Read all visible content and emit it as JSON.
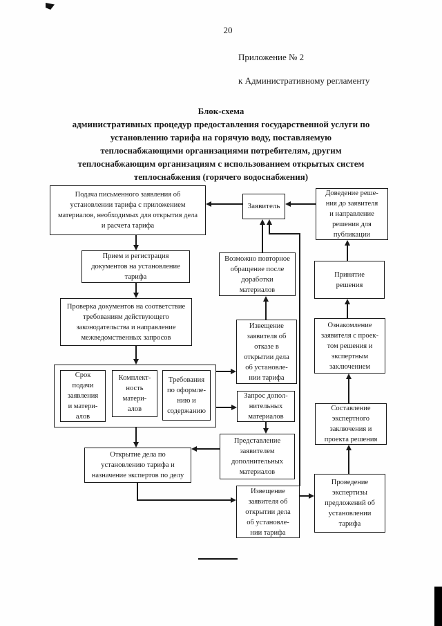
{
  "page": {
    "number": "20",
    "annex_line1": "Приложение № 2",
    "annex_line2": "к Административному регламенту",
    "title": "Блок-схема\nадминистративных процедур предоставления государственной услуги по\nустановлению тарифа на горячую воду, поставляемую\nтеплоснабжающими организациями потребителям, другим\nтеплоснабжающим организациям с использованием открытых систем\nтеплоснабжения (горячего водоснабжения)"
  },
  "boxes": {
    "submission": "Подача письменного заявления об\nустановлении тарифа с приложением\nматериалов, необходимых для открытия дела\nи расчета тарифа",
    "applicant": "Заявитель",
    "decision_delivery": "Доведение реше-\nния до заявителя\nи направление\nрешения для\nпубликации",
    "reception": "Прием и регистрация\nдокументов на установление\nтарифа",
    "verification": "Проверка документов на соответствие\nтребованиям действующего\nзаконодательства и направление\nмежведомственных запросов",
    "criteria_deadline": "Срок\nподачи\nзаявления\nи матери-\nалов",
    "criteria_completeness": "Комплект-\nность\nматери-\nалов",
    "criteria_requirements": "Требования\nпо оформле-\nнию и\nсодержанию",
    "case_opening": "Открытие дела по\nустановлению тарифа и\nназначение экспертов по делу",
    "repeat_application": "Возможно повторное\nобращение после\nдоработки\nматериалов",
    "refusal_notice": "Извещение\nзаявителя об\nотказе в\nоткрытии дела\nоб установле-\nнии тарифа",
    "additional_request": "Запрос допол-\nнительных\nматериалов",
    "additional_submission": "Представление\nзаявителем\nдополнительных\nматериалов",
    "opening_notice": "Извещение\nзаявителя об\nоткрытии дела\nоб установле-\nнии тарифа",
    "decision_adoption": "Принятие\nрешения",
    "review_draft": "Ознакомление\nзаявителя с проек-\nтом решения и\nэкспертным\nзаключением",
    "expert_conclusion": "Составление\nэкспертного\nзаключения и\nпроекта решения",
    "expertise": "Проведение\nэкспертизы\nпредложений об\nустановлении\nтарифа"
  },
  "colors": {
    "ink": "#1a1a1a",
    "paper": "#fefefe"
  }
}
